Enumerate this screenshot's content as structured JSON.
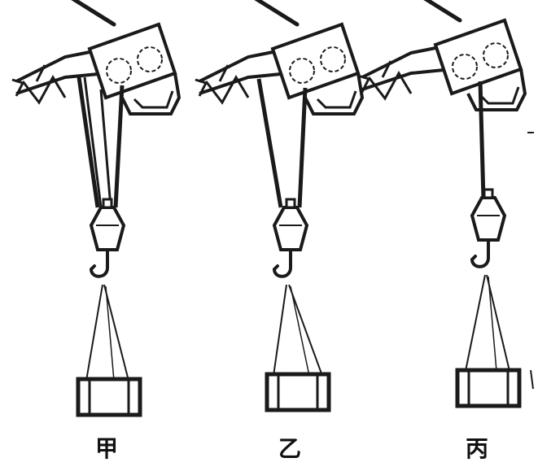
{
  "diagram": {
    "labels": [
      "甲",
      "乙",
      "丙"
    ]
  },
  "colors": {
    "ink": "#1a1a1a",
    "background": "#ffffff"
  }
}
